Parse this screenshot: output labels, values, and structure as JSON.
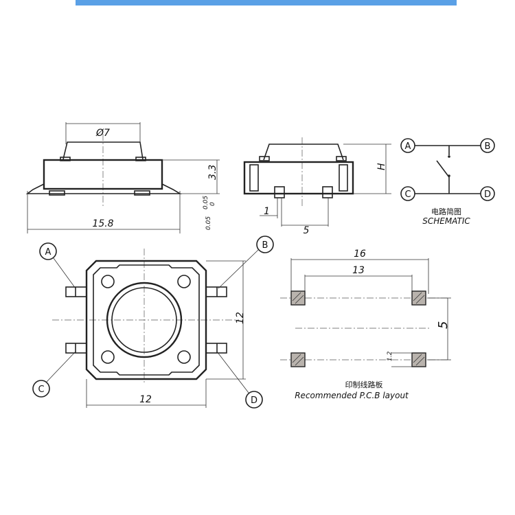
{
  "side_view": {
    "diameter_label": "Ø7",
    "height_label": "3.3",
    "width_label": "15.8",
    "tolerance_label": "0.05",
    "tolerance_small_1": "0.05",
    "tolerance_small_2": "0"
  },
  "front_view": {
    "height_label": "H",
    "pin_width_label": "1",
    "pin_spacing_label": "5"
  },
  "schematic": {
    "terminals": [
      "A",
      "B",
      "C",
      "D"
    ],
    "title_cn": "电路简图",
    "title_en": "SCHEMATIC"
  },
  "top_view": {
    "terminals": [
      "A",
      "B",
      "C",
      "D"
    ],
    "width_label": "12",
    "height_label": "12"
  },
  "pcb_layout": {
    "outer_width_label": "16",
    "inner_width_label": "13",
    "spacing_label": "5",
    "pad_label": "1.2",
    "title_cn": "印制线路板",
    "title_en": "Recommended P.C.B layout"
  }
}
